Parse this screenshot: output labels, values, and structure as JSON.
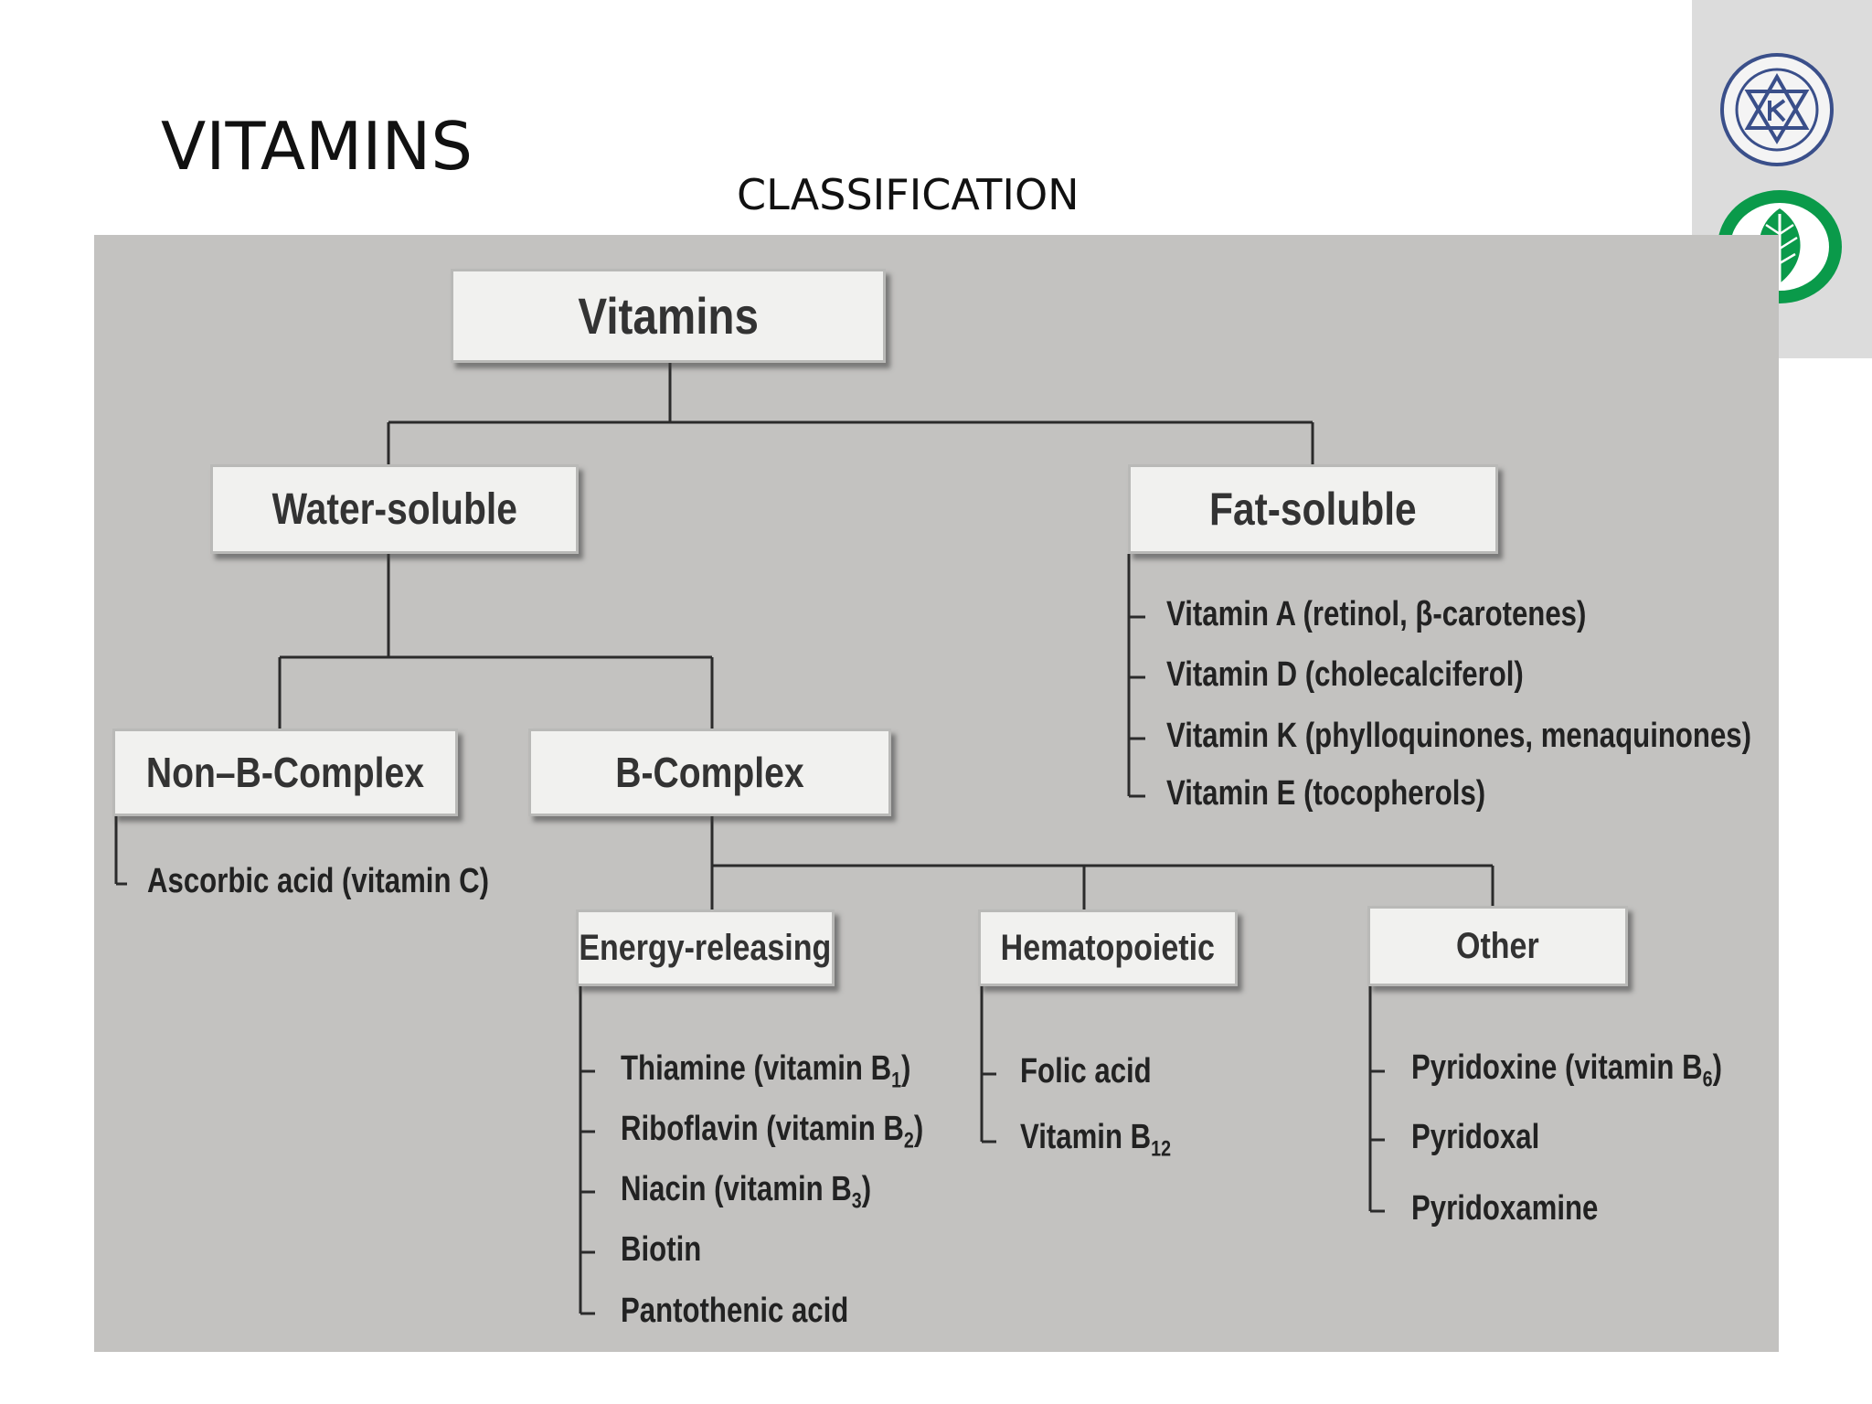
{
  "slide": {
    "title": "VITAMINS",
    "subtitle": "CLASSIFICATION"
  },
  "diagram": {
    "root": "Vitamins",
    "water_soluble": {
      "label": "Water-soluble",
      "non_b_complex": {
        "label": "Non–B-Complex",
        "items": [
          "Ascorbic acid (vitamin C)"
        ]
      },
      "b_complex": {
        "label": "B-Complex",
        "energy_releasing": {
          "label": "Energy-releasing",
          "items": [
            {
              "name": "Thiamine (vitamin B",
              "sub": "1",
              "suffix": ")"
            },
            {
              "name": "Riboflavin (vitamin B",
              "sub": "2",
              "suffix": ")"
            },
            {
              "name": "Niacin (vitamin B",
              "sub": "3",
              "suffix": ")"
            },
            {
              "name": "Biotin",
              "sub": "",
              "suffix": ""
            },
            {
              "name": "Pantothenic acid",
              "sub": "",
              "suffix": ""
            }
          ]
        },
        "hematopoietic": {
          "label": "Hematopoietic",
          "items": [
            {
              "name": "Folic acid",
              "sub": "",
              "suffix": ""
            },
            {
              "name": "Vitamin B",
              "sub": "12",
              "suffix": ""
            }
          ]
        },
        "other": {
          "label": "Other",
          "items": [
            {
              "name": "Pyridoxine (vitamin B",
              "sub": "6",
              "suffix": ")"
            },
            {
              "name": "Pyridoxal",
              "sub": "",
              "suffix": ""
            },
            {
              "name": "Pyridoxamine",
              "sub": "",
              "suffix": ""
            }
          ]
        }
      }
    },
    "fat_soluble": {
      "label": "Fat-soluble",
      "items": [
        "Vitamin A (retinol, β-carotenes)",
        "Vitamin D (cholecalciferol)",
        "Vitamin K (phylloquinones, menaquinones)",
        "Vitamin E (tocopherols)"
      ]
    }
  },
  "logos": {
    "top": "university-seal-icon",
    "bottom": "leaf-emblem-icon",
    "leaf_color": "#0a9a4a"
  }
}
